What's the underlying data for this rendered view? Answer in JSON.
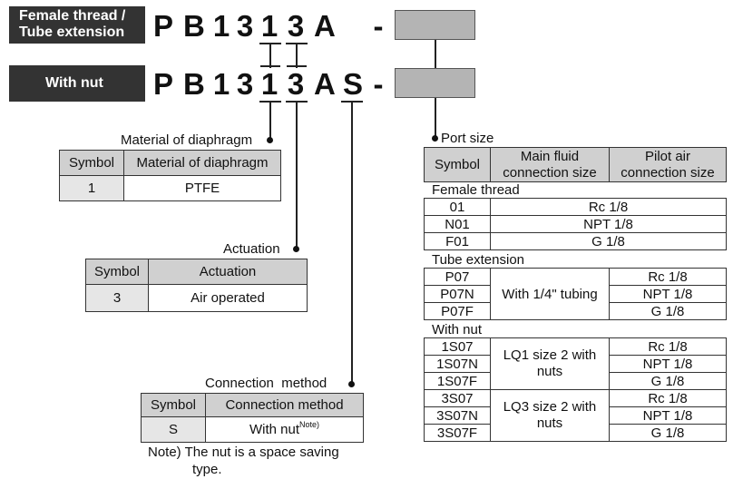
{
  "codes": {
    "female_tag": [
      "Female thread /",
      "Tube extension"
    ],
    "nut_tag": "With nut",
    "row1_chars": [
      "P",
      "B",
      "1",
      "3",
      "1",
      "3",
      "A",
      "-"
    ],
    "row2_chars": [
      "P",
      "B",
      "1",
      "3",
      "1",
      "3",
      "A",
      "S",
      "-"
    ]
  },
  "material": {
    "title": "Material of diaphragm",
    "headers": [
      "Symbol",
      "Material of diaphragm"
    ],
    "rows": [
      [
        "1",
        "PTFE"
      ]
    ]
  },
  "actuation": {
    "title": "Actuation",
    "headers": [
      "Symbol",
      "Actuation"
    ],
    "rows": [
      [
        "3",
        "Air operated"
      ]
    ]
  },
  "connection": {
    "title": "Connection  method",
    "headers": [
      "Symbol",
      "Connection method"
    ],
    "rows": [
      [
        "S",
        "With nut",
        "Note)"
      ]
    ],
    "note_line1": "Note) The nut is a space saving",
    "note_line2": "type."
  },
  "port": {
    "title": "Port size",
    "headers": [
      "Symbol",
      "Main fluid connection size",
      "Pilot air connection size"
    ],
    "header_main_1": "Main fluid",
    "header_main_2": "connection size",
    "header_pilot_1": "Pilot air",
    "header_pilot_2": "connection size",
    "female": {
      "label": "Female thread",
      "rows": [
        [
          "01",
          "Rc 1/8"
        ],
        [
          "N01",
          "NPT 1/8"
        ],
        [
          "F01",
          "G 1/8"
        ]
      ]
    },
    "tube": {
      "label": "Tube extension",
      "main": "With 1/4\" tubing",
      "rows": [
        [
          "P07",
          "Rc 1/8"
        ],
        [
          "P07N",
          "NPT 1/8"
        ],
        [
          "P07F",
          "G 1/8"
        ]
      ]
    },
    "nut": {
      "label": "With nut",
      "group1_main": [
        "LQ1 size 2 with",
        "nuts"
      ],
      "group1_rows": [
        [
          "1S07",
          "Rc 1/8"
        ],
        [
          "1S07N",
          "NPT 1/8"
        ],
        [
          "1S07F",
          "G 1/8"
        ]
      ],
      "group2_main": [
        "LQ3 size 2 with",
        "nuts"
      ],
      "group2_rows": [
        [
          "3S07",
          "Rc 1/8"
        ],
        [
          "3S07N",
          "NPT 1/8"
        ],
        [
          "3S07F",
          "G 1/8"
        ]
      ]
    }
  }
}
